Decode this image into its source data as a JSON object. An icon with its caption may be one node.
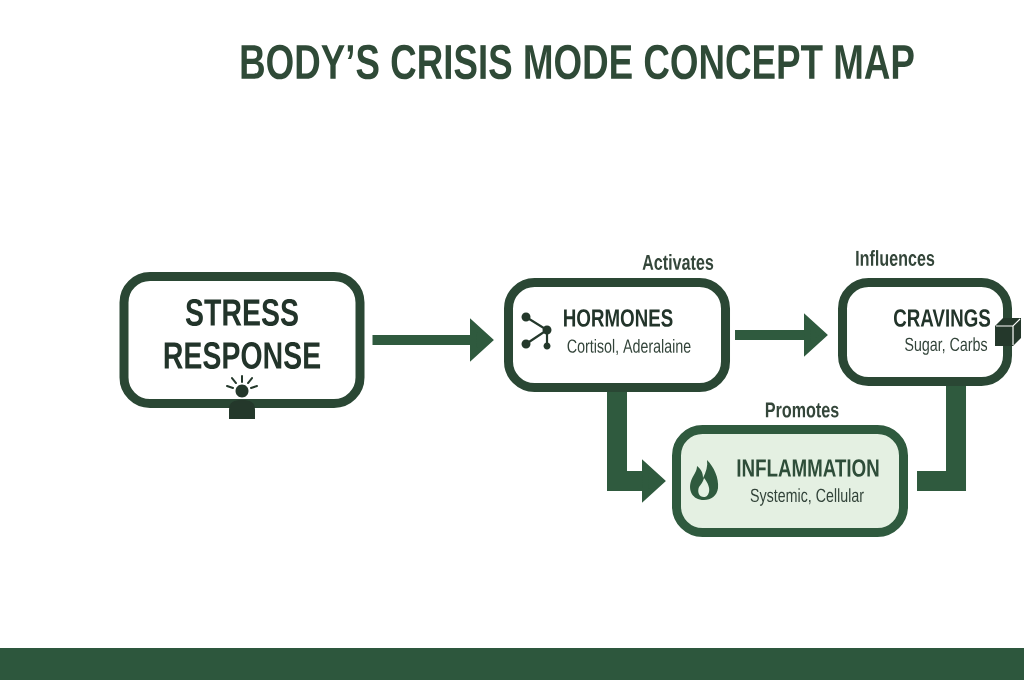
{
  "diagram": {
    "title": "BODY’S CRISIS MODE CONCEPT MAP",
    "nodes": [
      {
        "text": [
          "STRESS RESPONSE"
        ]
      },
      {
        "text": [
          "HORMONES",
          "Cortisol, Aderalaine"
        ]
      },
      {
        "text": [
          "CRAVINGS",
          "Sugar, Carbs"
        ]
      },
      {
        "text": [
          "INFLAMMATION",
          "Systemic, Cellular"
        ]
      }
    ],
    "edges": [
      {
        "from": 0,
        "to": 1,
        "arrow": "to"
      },
      {
        "from": 1,
        "to": 2,
        "arrow": "to"
      },
      {
        "from": 1,
        "to": 3,
        "arrow": "to",
        "style": "thick"
      },
      {
        "from": 2,
        "to": 3,
        "arrow": "none",
        "style": "thick"
      }
    ],
    "labels": [
      "Activates",
      "Influences",
      "Promotes"
    ]
  }
}
